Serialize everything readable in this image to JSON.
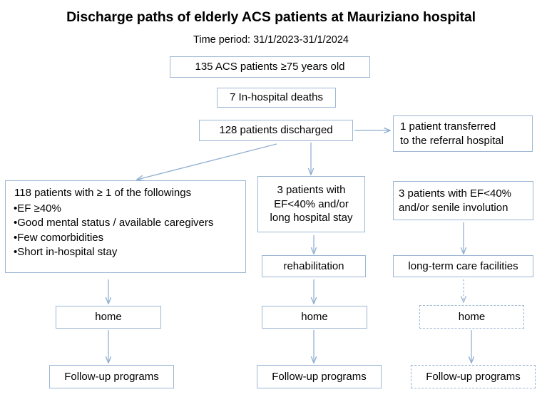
{
  "header": {
    "title": "Discharge paths of elderly ACS patients at Mauriziano hospital",
    "subtitle": "Time period: 31/1/2023-31/1/2024"
  },
  "colors": {
    "box_border": "#9cb6d4",
    "arrow": "#8eaed0",
    "text": "#000000",
    "background": "#ffffff"
  },
  "nodes": {
    "cohort": "135 ACS patients ≥75 years old",
    "deaths": "7 In-hospital deaths",
    "discharged": "128 patients discharged",
    "transferred_line1": "1 patient transferred",
    "transferred_line2": "to the referral hospital",
    "group_home": {
      "lead": "118 patients with ≥ 1 of the followings",
      "bullets": [
        "•EF ≥40%",
        "•Good mental status / available caregivers",
        "•Few comorbidities",
        "•Short in-hospital stay"
      ]
    },
    "group_rehab_line1": "3 patients with",
    "group_rehab_line2": "EF<40% and/or",
    "group_rehab_line3": "long hospital stay",
    "group_ltc_line1": "3 patients with EF<40%",
    "group_ltc_line2": "and/or senile involution",
    "rehabilitation": "rehabilitation",
    "long_term_care": "long-term care facilities",
    "home_left": "home",
    "home_middle": "home",
    "home_right": "home",
    "followup_left": "Follow-up programs",
    "followup_middle": "Follow-up programs",
    "followup_right": "Follow-up programs"
  },
  "chart_data": {
    "type": "diagram",
    "title": "Discharge paths of elderly ACS patients at Mauriziano hospital",
    "subtitle": "Time period: 31/1/2023-31/1/2024",
    "flow": [
      {
        "id": "cohort",
        "label": "135 ACS patients ≥75 years old",
        "count": 135
      },
      {
        "id": "deaths",
        "label": "7 In-hospital deaths",
        "count": 7
      },
      {
        "id": "discharged",
        "label": "128 patients discharged",
        "count": 128
      },
      {
        "id": "transferred",
        "label": "1 patient transferred to the referral hospital",
        "count": 1
      },
      {
        "id": "group_home",
        "label": "118 patients with ≥ 1 of the followings",
        "count": 118
      },
      {
        "id": "group_rehab",
        "label": "3 patients with EF<40% and/or long hospital stay",
        "count": 3
      },
      {
        "id": "group_ltc",
        "label": "3 patients with EF<40% and/or senile involution",
        "count": 3
      }
    ],
    "edges": [
      {
        "from": "cohort",
        "to": "deaths",
        "style": "solid"
      },
      {
        "from": "deaths",
        "to": "discharged",
        "style": "solid"
      },
      {
        "from": "discharged",
        "to": "transferred",
        "style": "solid"
      },
      {
        "from": "discharged",
        "to": "group_home",
        "style": "solid"
      },
      {
        "from": "discharged",
        "to": "group_rehab",
        "style": "solid"
      },
      {
        "from": "group_home",
        "to": "home_left",
        "style": "solid"
      },
      {
        "from": "group_rehab",
        "to": "rehabilitation",
        "style": "solid"
      },
      {
        "from": "group_ltc",
        "to": "long_term_care",
        "style": "solid"
      },
      {
        "from": "rehabilitation",
        "to": "home_middle",
        "style": "solid"
      },
      {
        "from": "long_term_care",
        "to": "home_right",
        "style": "dashed"
      },
      {
        "from": "home_left",
        "to": "followup_left",
        "style": "solid"
      },
      {
        "from": "home_middle",
        "to": "followup_middle",
        "style": "solid"
      },
      {
        "from": "home_right",
        "to": "followup_right",
        "style": "solid"
      }
    ]
  }
}
